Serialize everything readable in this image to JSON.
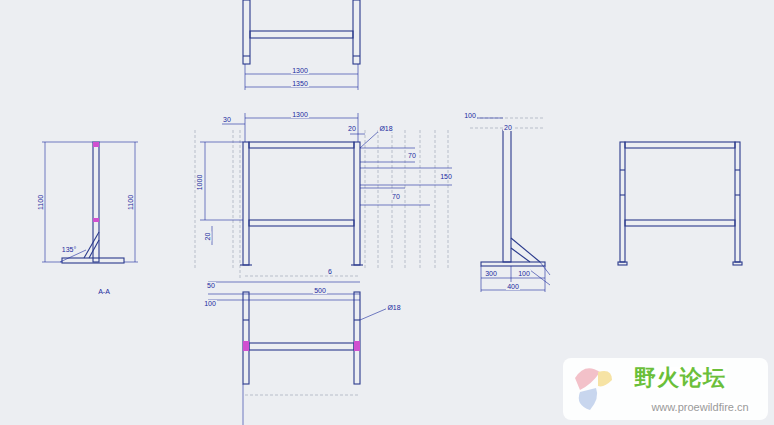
{
  "diagram": {
    "labels": [
      "1300",
      "1350",
      "1100",
      "1100",
      "135°",
      "A-A",
      "1300",
      "30",
      "20",
      "Ø18",
      "1000",
      "20",
      "70",
      "150",
      "70",
      "6",
      "50",
      "500",
      "100",
      "Ø18",
      "100",
      "20",
      "300",
      "100",
      "400",
      "野火论坛",
      "www.proewildfire.cn"
    ]
  }
}
